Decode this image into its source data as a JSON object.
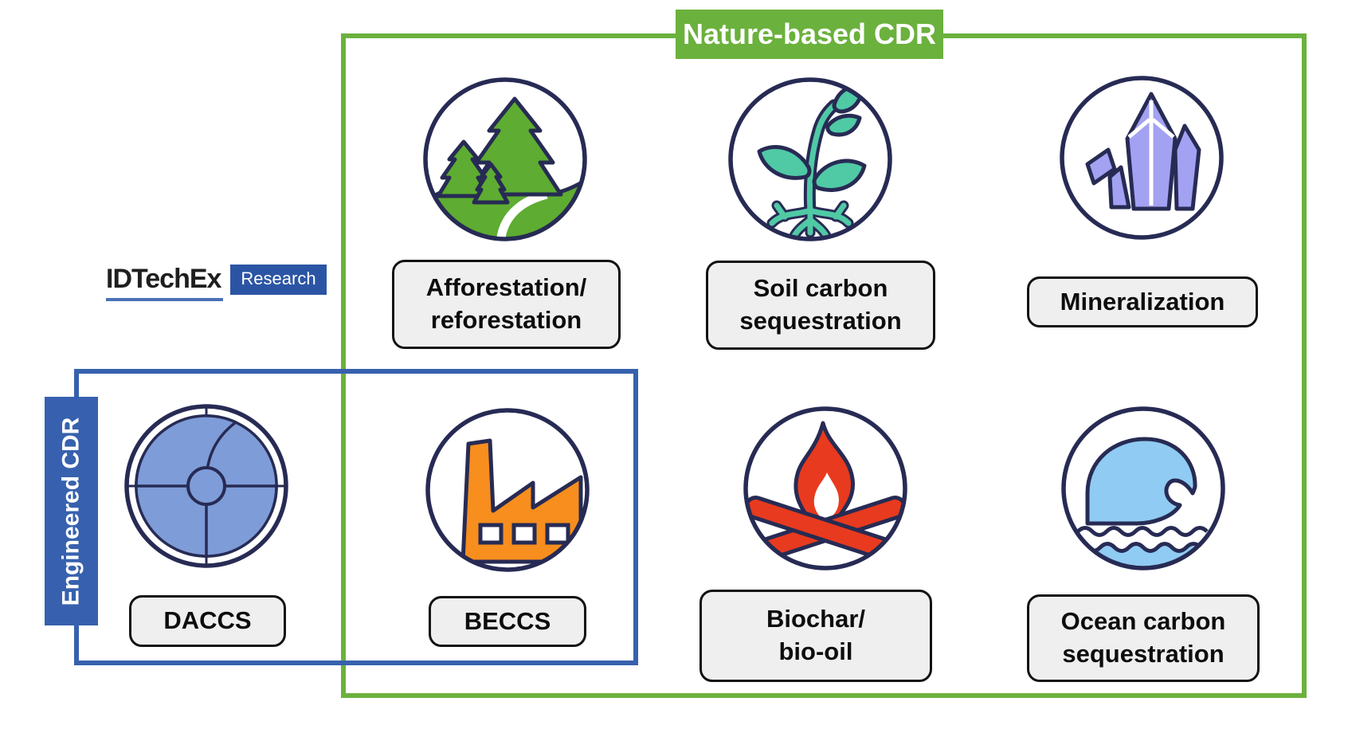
{
  "groups": {
    "nature": {
      "label": "Nature-based CDR",
      "color": "#6BB13D"
    },
    "engineered": {
      "label": "Engineered CDR",
      "color": "#3761AE"
    }
  },
  "logo": {
    "name": "IDTechEx",
    "suffix": "Research",
    "suffix_bg": "#2B55A4"
  },
  "methods": [
    {
      "label": "Afforestation/\nreforestation",
      "icon": "trees-icon",
      "groups": [
        "nature"
      ]
    },
    {
      "label": "Soil carbon\nsequestration",
      "icon": "plant-roots-icon",
      "groups": [
        "nature"
      ]
    },
    {
      "label": "Mineralization",
      "icon": "crystals-icon",
      "groups": [
        "nature"
      ]
    },
    {
      "label": "DACCS",
      "icon": "air-fan-icon",
      "groups": [
        "engineered"
      ]
    },
    {
      "label": "BECCS",
      "icon": "factory-icon",
      "groups": [
        "nature",
        "engineered"
      ]
    },
    {
      "label": "Biochar/\nbio-oil",
      "icon": "campfire-icon",
      "groups": [
        "nature"
      ]
    },
    {
      "label": "Ocean carbon\nsequestration",
      "icon": "ocean-wave-icon",
      "groups": [
        "nature"
      ]
    }
  ],
  "colors": {
    "outline_navy": "#272B54",
    "label_bg": "#EFEFEF",
    "label_border": "#121212",
    "tree_green": "#5EAC31",
    "plant_teal": "#50C9A5",
    "crystal_purple": "#A3A1F2",
    "fan_blue": "#7E9CD8",
    "factory_orange": "#F78E1E",
    "fire_red": "#E83A1E",
    "wave_blue": "#8FCBF2"
  }
}
